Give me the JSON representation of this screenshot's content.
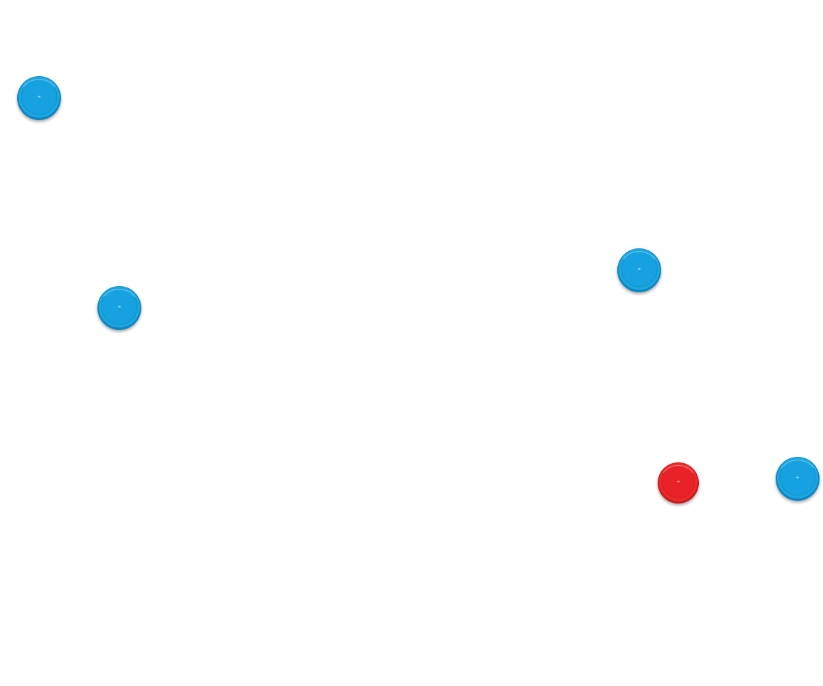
{
  "scene": {
    "background": "#ffffff",
    "caps": [
      {
        "color": "blue"
      },
      {
        "color": "blue"
      },
      {
        "color": "blue"
      },
      {
        "color": "red"
      },
      {
        "color": "blue"
      }
    ],
    "palette": {
      "blue": {
        "base": "#1fa6df",
        "rim": "#0e86c2",
        "inner": "#14a2e0",
        "highlight": "#7fd3f5"
      },
      "red": {
        "base": "#ec2b2c",
        "rim": "#c91a1d",
        "inner": "#e82428",
        "highlight": "#ff8a85"
      }
    }
  }
}
